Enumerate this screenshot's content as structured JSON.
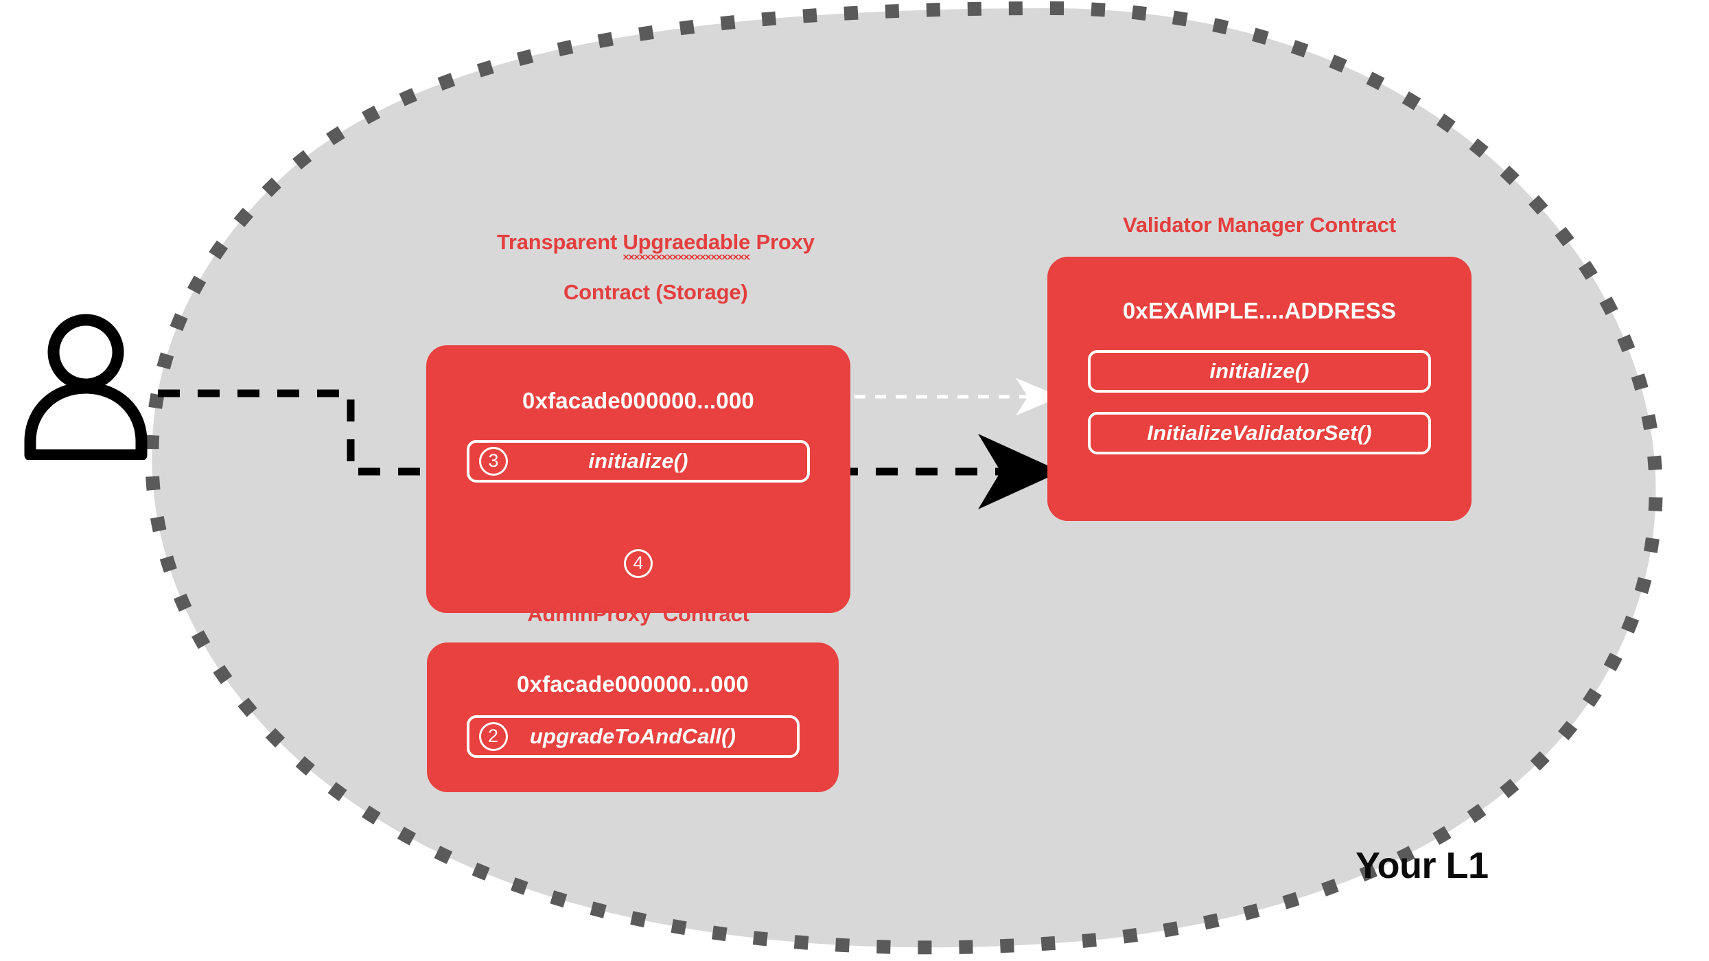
{
  "diagram": {
    "boundary_label": "Your L1",
    "boundary_fill": "#D8D8D8",
    "boundary_dash_color": "#5A5A5A",
    "accent_red": "#E53E3E",
    "box_red": "#E8413F"
  },
  "actor": {
    "icon": "person-icon",
    "label": ""
  },
  "contracts": [
    {
      "id": "proxy",
      "title_line1": "Transparent Upgraedable Proxy",
      "title_line2": "Contract (Storage)",
      "title_misspelled_word": "Upgraedable",
      "address": "0xfacade000000...000",
      "functions": [
        {
          "name": "initialize()",
          "step": "3"
        }
      ],
      "floating_step": "4"
    },
    {
      "id": "validator-manager",
      "title_line1": "Validator Manager Contract",
      "title_line2": "",
      "address": "0xEXAMPLE....ADDRESS",
      "functions": [
        {
          "name": "initialize()",
          "step": ""
        },
        {
          "name": "InitializeValidatorSet()",
          "step": ""
        }
      ],
      "floating_step": ""
    },
    {
      "id": "admin-proxy",
      "title_line1": "AdminProxy  Contract",
      "title_line2": "",
      "address": "0xfacade000000...000",
      "functions": [
        {
          "name": "upgradeToAndCall()",
          "step": "2"
        }
      ],
      "floating_step": ""
    }
  ],
  "connectors": [
    {
      "id": "user-to-validator-set",
      "style": "dashed-black-thick",
      "from": "actor",
      "to": "validator-manager.InitializeValidatorSet()"
    },
    {
      "id": "proxy-to-validator-initialize",
      "style": "dashed-white-thin",
      "from": "proxy.initialize()",
      "to": "validator-manager.initialize()"
    }
  ]
}
